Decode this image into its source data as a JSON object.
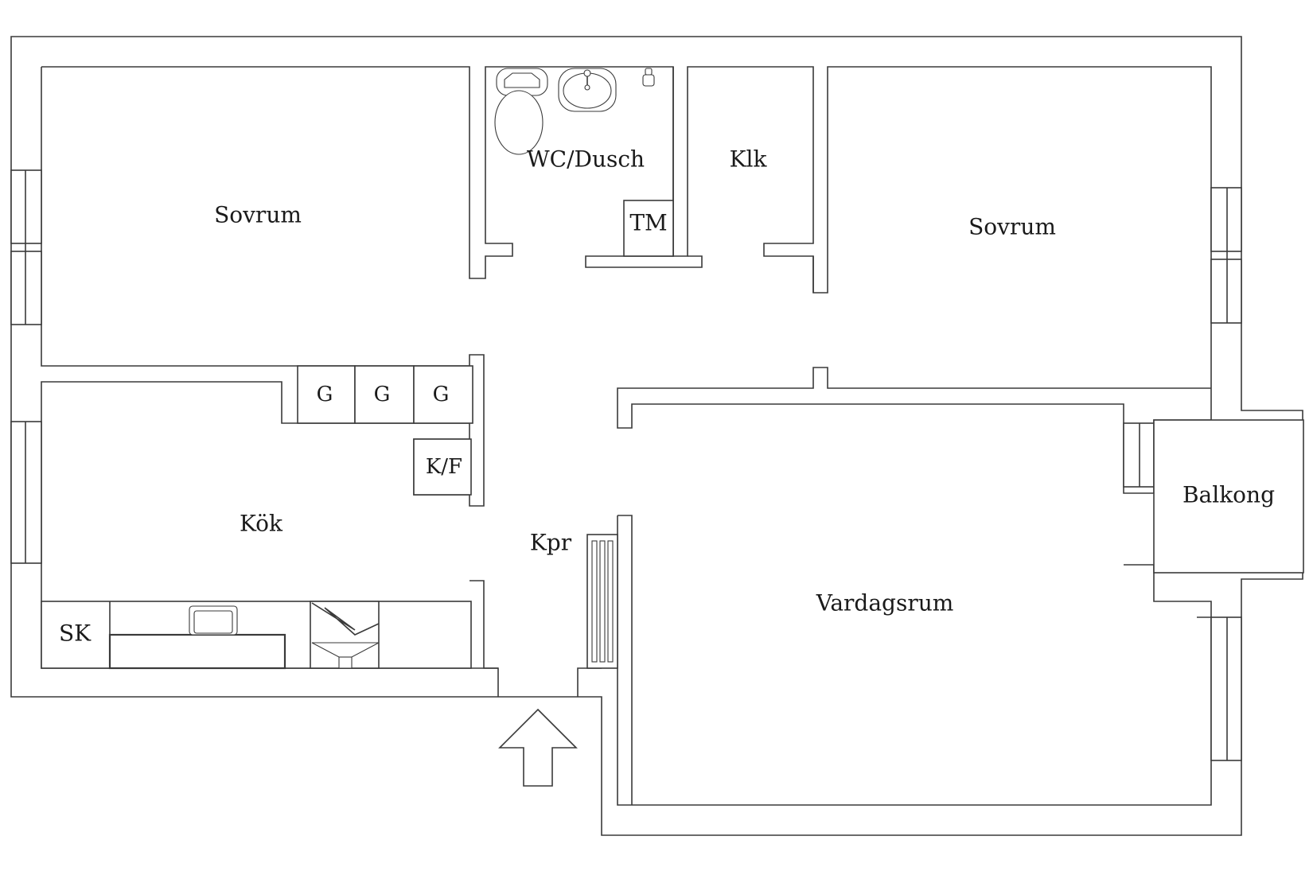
{
  "plan": {
    "rooms": {
      "sovrum_left": "Sovrum",
      "wc_dusch": "WC/Dusch",
      "tm": "TM",
      "klk": "Klk",
      "sovrum_right": "Sovrum",
      "g1": "G",
      "g2": "G",
      "g3": "G",
      "kf": "K/F",
      "kok": "Kök",
      "kpr": "Kpr",
      "balkong": "Balkong",
      "vardagsrum": "Vardagsrum",
      "sk": "SK"
    },
    "colors": {
      "wall_stroke": "#3a3a3a",
      "wall_fill": "#ffffff",
      "text": "#1a1a1a"
    },
    "icons": [
      "toilet-icon",
      "washbasin-icon",
      "shower-icon",
      "stove-icon",
      "sink-icon",
      "dishwasher-icon",
      "radiator-icon",
      "entrance-arrow-icon"
    ]
  }
}
